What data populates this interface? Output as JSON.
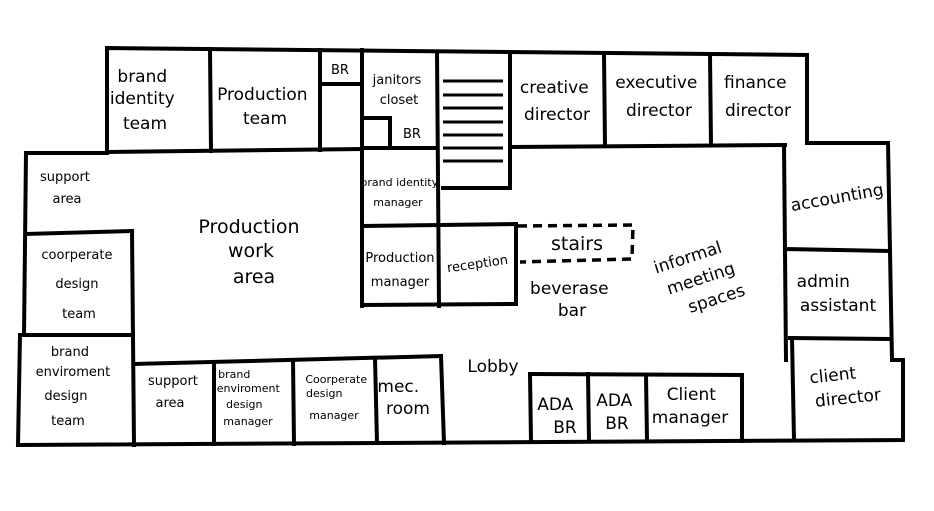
{
  "rooms": {
    "brand_identity_team": [
      "brand",
      "identity",
      "team"
    ],
    "production_team": [
      "Production",
      "team"
    ],
    "br_top": [
      "BR"
    ],
    "janitors_closet": [
      "janitors",
      "closet"
    ],
    "br_small": [
      "BR"
    ],
    "creative_director": [
      "creative",
      "director"
    ],
    "executive_director": [
      "executive",
      "director"
    ],
    "finance_director": [
      "finance",
      "director"
    ],
    "support_area_left": [
      "support",
      "area"
    ],
    "corporate_design_team": [
      "coorperate",
      "design",
      "team"
    ],
    "brand_environment_design_team": [
      "brand",
      "enviroment",
      "design",
      "team"
    ],
    "production_work_area": [
      "Production",
      "work",
      "area"
    ],
    "brand_identity_manager": [
      "brand identity",
      "manager"
    ],
    "production_manager": [
      "Production",
      "manager"
    ],
    "reception": [
      "reception"
    ],
    "stairs": [
      "stairs"
    ],
    "beverage_bar": [
      "beverase",
      "bar"
    ],
    "informal_meeting_spaces": [
      "informal",
      "meeting",
      "spaces"
    ],
    "accounting": [
      "accounting"
    ],
    "admin_assistant": [
      "admin",
      "assistant"
    ],
    "client_director": [
      "client",
      "director"
    ],
    "support_area_bottom": [
      "support",
      "area"
    ],
    "brand_environment_design_manager": [
      "brand",
      "enviroment",
      "design",
      "manager"
    ],
    "corporate_design_manager": [
      "Coorperate",
      "design",
      "manager"
    ],
    "mec_room": [
      "mec.",
      "room"
    ],
    "lobby": [
      "Lobby"
    ],
    "ada_br_1": [
      "ADA",
      "BR"
    ],
    "ada_br_2": [
      "ADA",
      "BR"
    ],
    "client_manager": [
      "Client",
      "manager"
    ]
  }
}
